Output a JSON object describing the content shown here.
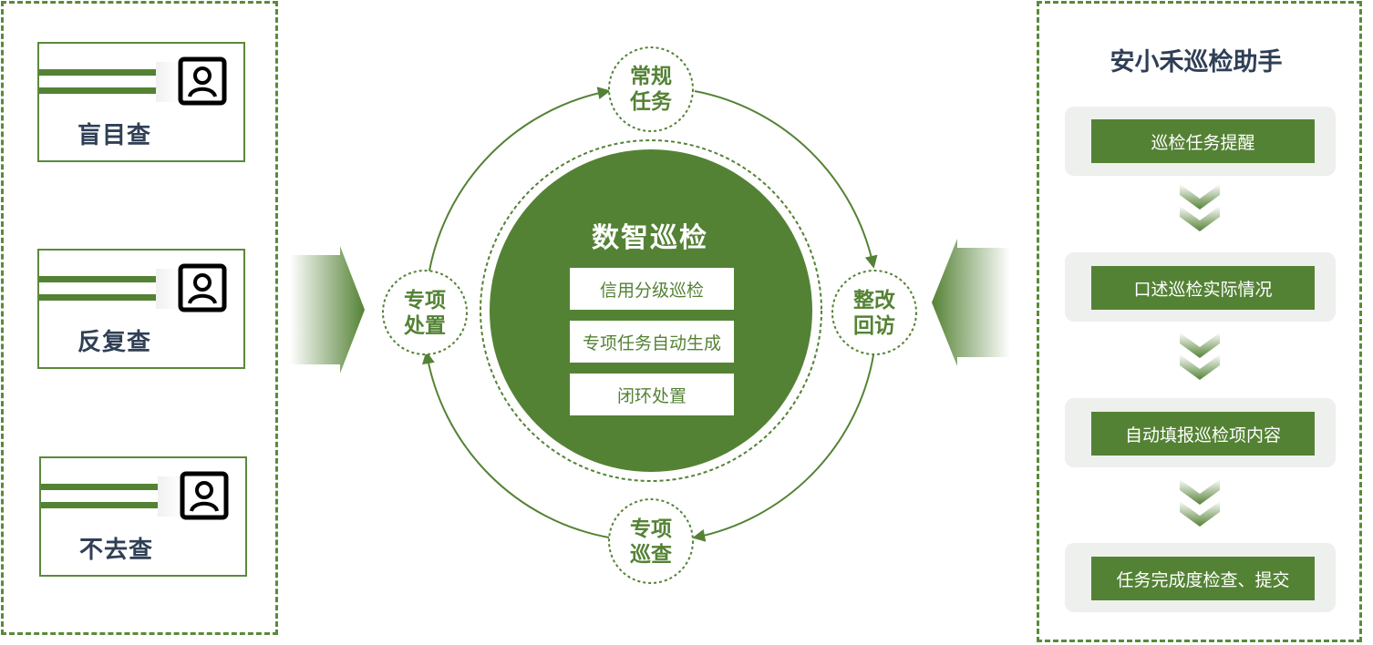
{
  "left_cards": [
    {
      "label": "盲目查"
    },
    {
      "label": "反复查"
    },
    {
      "label": "不去查"
    }
  ],
  "center": {
    "title": "数智巡检",
    "items": [
      "信用分级巡检",
      "专项任务自动生成",
      "闭环处置"
    ]
  },
  "cycle_nodes": {
    "top": [
      "常规",
      "任务"
    ],
    "right": [
      "整改",
      "回访"
    ],
    "bottom": [
      "专项",
      "巡查"
    ],
    "left": [
      "专项",
      "处置"
    ]
  },
  "assistant": {
    "title": "安小禾巡检助手",
    "steps": [
      "巡检任务提醒",
      "口述巡检实际情况",
      "自动填报巡检项内容",
      "任务完成度检查、提交"
    ]
  },
  "colors": {
    "primary_green": "#548235",
    "border_green": "#5a8a3a",
    "title_navy": "#2f3f56"
  },
  "icons": {
    "card_icon": "id-card-person-icon",
    "flow_arrow": "double-chevron-down-icon"
  }
}
